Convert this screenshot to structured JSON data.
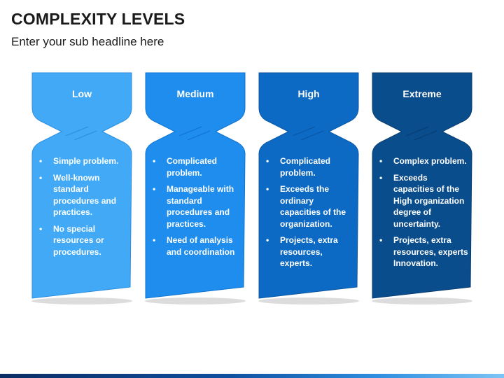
{
  "header": {
    "title": "COMPLEXITY LEVELS",
    "subtitle": "Enter your sub headline here"
  },
  "bullet_glyph": "•",
  "cards": [
    {
      "title": "Low",
      "color": "#41a9f6",
      "stroke": "#2b8ee0",
      "items": [
        "Simple problem.",
        "Well-known standard procedures and practices.",
        "No special resources or procedures."
      ]
    },
    {
      "title": "Medium",
      "color": "#1f8ded",
      "stroke": "#0f73cf",
      "items": [
        "Complicated problem.",
        "Manageable with standard procedures and practices.",
        "Need of analysis and coordination"
      ]
    },
    {
      "title": "High",
      "color": "#0d6ac4",
      "stroke": "#0a56a3",
      "items": [
        "Complicated problem.",
        "Exceeds the ordinary capacities of the organization.",
        "Projects, extra resources, experts."
      ]
    },
    {
      "title": "Extreme",
      "color": "#0a4d8c",
      "stroke": "#073c70",
      "items": [
        "Complex problem.",
        "Exceeds capacities of the High organization degree of uncertainty.",
        "Projects, extra resources, experts Innovation."
      ]
    }
  ]
}
